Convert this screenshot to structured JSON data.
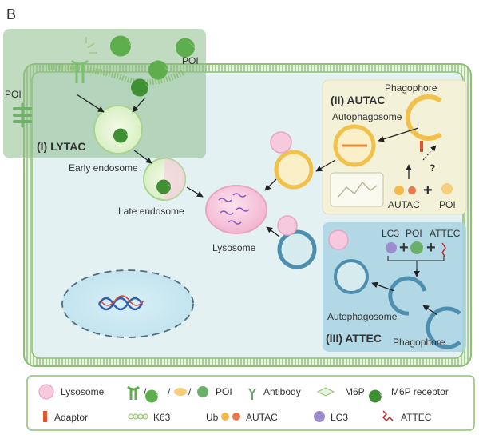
{
  "panel_letter": "B",
  "poi_top": "POI",
  "poi_left": "POI",
  "lytac": {
    "title": "(I) LYTAC",
    "early_endosome": "Early endosome",
    "late_endosome": "Late endosome"
  },
  "lysosome_label": "Lysosome",
  "autac": {
    "title": "(II) AUTAC",
    "phagophore": "Phagophore",
    "autophagosome": "Autophagosome",
    "question": "?",
    "autac_label": "AUTAC",
    "poi_label": "POI"
  },
  "attec": {
    "title": "(III) ATTEC",
    "lc3": "LC3",
    "poi": "POI",
    "attec": "ATTEC",
    "autophagosome": "Autophagosome",
    "phagophore": "Phagophore"
  },
  "legend": {
    "lysosome": "Lysosome",
    "slash": "/",
    "poi": "POI",
    "antibody": "Antibody",
    "m6p": "M6P",
    "m6p_receptor": "M6P receptor",
    "adaptor": "Adaptor",
    "k63": "K63",
    "ub": "Ub",
    "autac": "AUTAC",
    "lc3": "LC3",
    "attec": "ATTEC"
  },
  "colors": {
    "cell_bg": "#e3f1f3",
    "membrane": "#9ccb83",
    "lytac_box": "#8ebe8c",
    "autac_box": "#f3f1d8",
    "attec_box": "#a9d3e2",
    "lysosome": "#f7c9de",
    "autac_title": "#e19b20",
    "attec_title": "#3b7fa6",
    "lytac_title": "#2f7a33"
  }
}
